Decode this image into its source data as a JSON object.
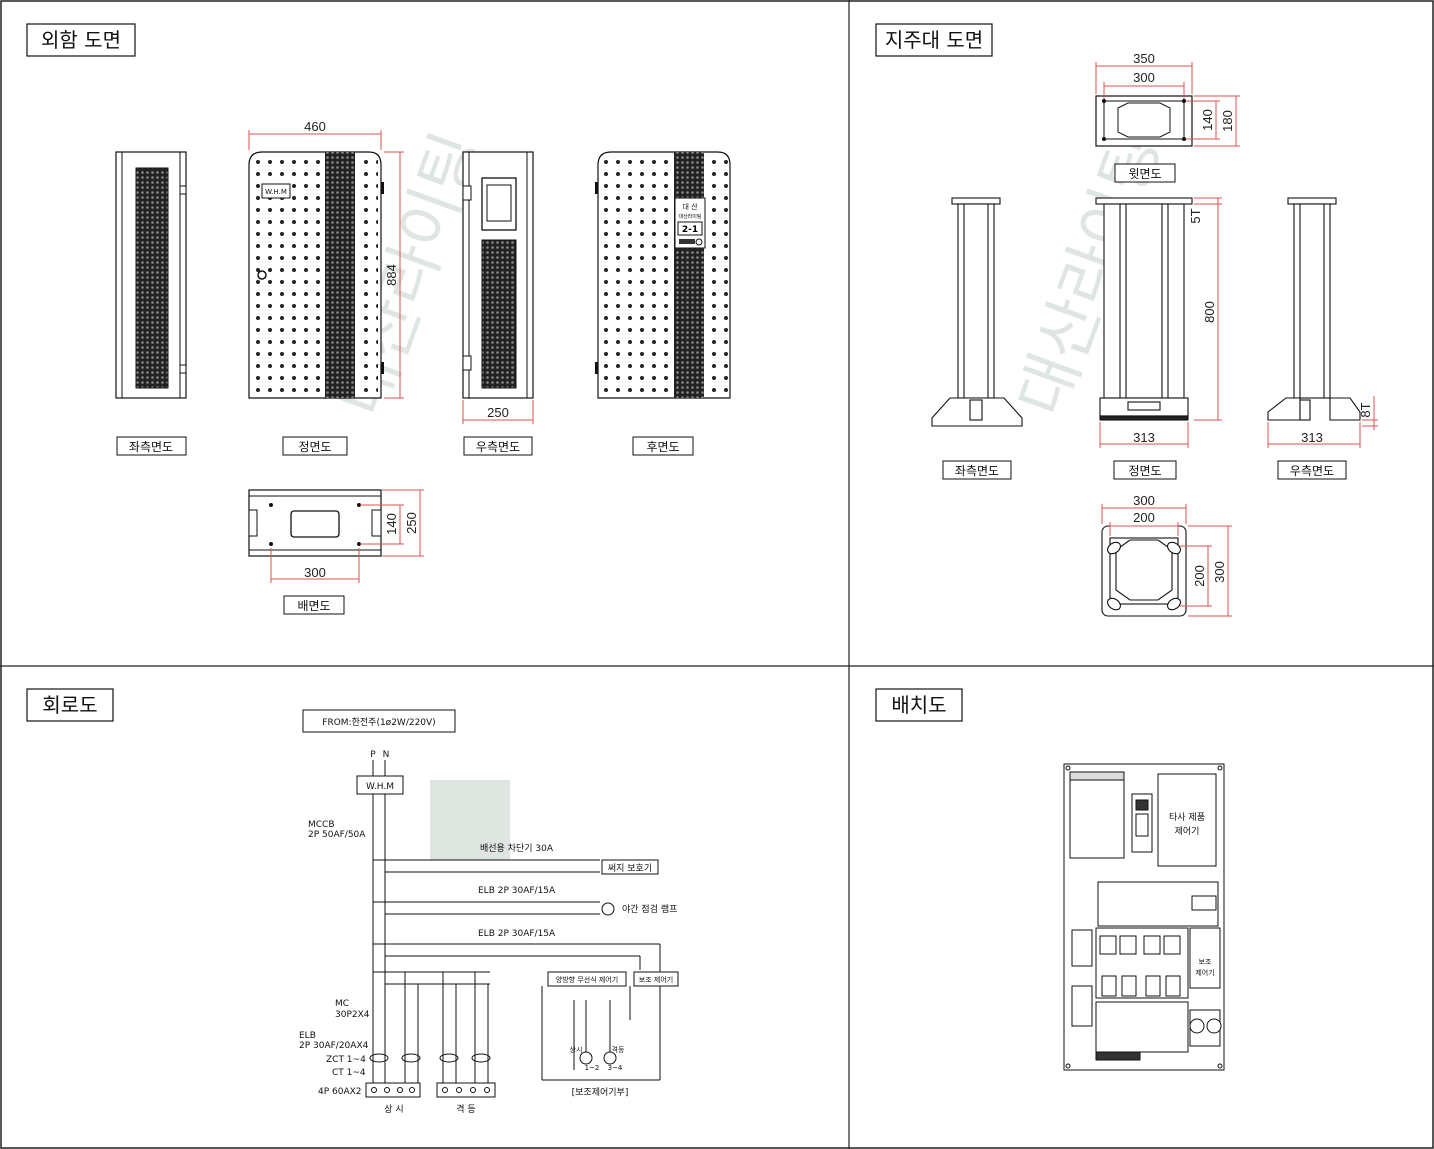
{
  "panels": {
    "exterior": {
      "title": "외함 도면"
    },
    "pole": {
      "title": "지주대 도면"
    },
    "circuit": {
      "title": "회로도"
    },
    "layout": {
      "title": "배치도"
    }
  },
  "exterior": {
    "left_view": "좌측면도",
    "front_view": "정면도",
    "right_view": "우측면도",
    "rear_view": "후면도",
    "back_view": "배면도",
    "whm_label": "W.H.M",
    "plate_line1": "대 산",
    "plate_line2": "대산라이팅",
    "plate_line3": "2-1",
    "dim_width": "460",
    "dim_height": "884",
    "dim_depth": "250",
    "dim_back_w": "300",
    "dim_back_h1": "140",
    "dim_back_h2": "250"
  },
  "pole": {
    "top_view": "윗면도",
    "left_view": "좌측면도",
    "front_view": "정면도",
    "right_view": "우측면도",
    "dim_top_w1": "350",
    "dim_top_w2": "300",
    "dim_top_h1": "140",
    "dim_top_h2": "180",
    "dim_5t": "5T",
    "dim_800": "800",
    "dim_8t": "8T",
    "dim_313a": "313",
    "dim_313b": "313",
    "dim_base_w1": "300",
    "dim_base_w2": "200",
    "dim_base_h1": "200",
    "dim_base_h2": "300"
  },
  "circuit": {
    "source": "FROM:한전주(1ø2W/220V)",
    "p": "P",
    "n": "N",
    "whm": "W.H.M",
    "mccb1": "MCCB",
    "mccb2": "2P 50AF/50A",
    "branch1": "배선용 차단기 30A",
    "surge": "써지 보호기",
    "elb1": "ELB 2P 30AF/15A",
    "lamp": "야간 점검 램프",
    "elb2": "ELB 2P 30AF/15A",
    "wireless": "양방향 무선식 제어기",
    "aux": "보조 제어기",
    "mc1": "MC",
    "mc2": "30P2X4",
    "elb3": "ELB",
    "elb4": "2P 30AF/20AX4",
    "zct": "ZCT 1~4",
    "ct": "CT 1~4",
    "tb": "4P 60AX2",
    "always": "상 시",
    "alternate": "격 등",
    "aux_part": "[보조제어기부]",
    "mc_a": "상시",
    "mc_b": "격등",
    "mc_a2": "1~2",
    "mc_b2": "3~4"
  },
  "layout": {
    "third_party": "타사 제품\n제어기",
    "third_party_1": "타사 제품",
    "third_party_2": "제어기",
    "aux_1": "보조",
    "aux_2": "제어기"
  },
  "colors": {
    "dim_line": "#d9534f",
    "ink": "#111111",
    "watermark": "#c8d8cc"
  }
}
